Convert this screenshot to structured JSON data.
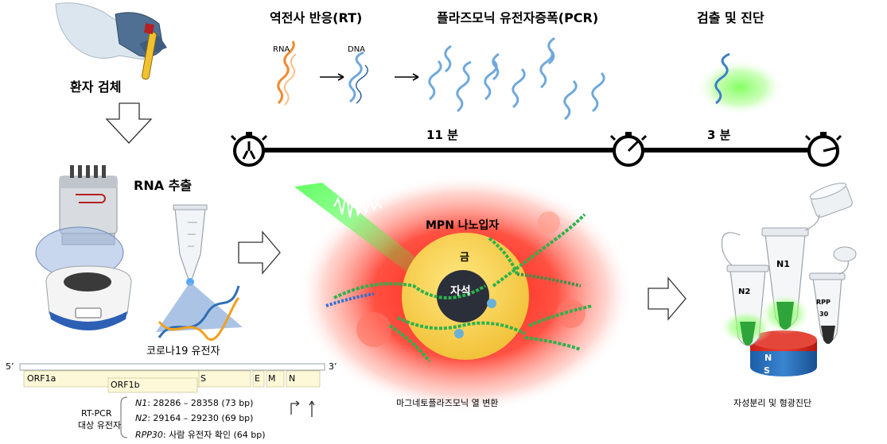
{
  "steps": {
    "sample": "환자 검체",
    "rna_extraction": "RNA 추출",
    "rt": "역전사 반응(RT)",
    "pcr": "플라즈모닉 유전자증폭(PCR)",
    "detection": "검출 및 진단"
  },
  "molecules": {
    "rna": "RNA",
    "dna": "DNA"
  },
  "timeline": {
    "first": "11 분",
    "second": "3 분"
  },
  "nanoparticle": {
    "title": "MPN 나노입자",
    "gold": "금",
    "core": "자석",
    "caption": "마그네토플라즈모닉 열 변환"
  },
  "gene_caption": "코로나19 유전자",
  "genome": {
    "five_prime": "5’",
    "three_prime": "3’",
    "genes": [
      "ORF1a",
      "ORF1b",
      "S",
      "E",
      "M",
      "N"
    ]
  },
  "targets": {
    "label_line1": "RT-PCR",
    "label_line2": "대상 유전자",
    "items": [
      {
        "gene": "N1",
        "range": ": 28286 – 28358 (73 bp)"
      },
      {
        "gene": "N2",
        "range": ": 29164 – 29230 (69 bp)"
      },
      {
        "gene": "RPP30",
        "range": ": 사람 유전자 확인 (64 bp)"
      }
    ]
  },
  "tubes": {
    "n1": "N1",
    "n2": "N2",
    "rpp": "RPP",
    "rpp_num": "30"
  },
  "magnet": {
    "north": "N",
    "south": "S"
  },
  "result_caption": "자성분리 및 형광진단",
  "colors": {
    "gold": "#f5d04a",
    "heat": "#ff2a1a",
    "fluorescence": "#55ee33",
    "dna": "#6fa8dc",
    "rna": "#f08a2c"
  }
}
